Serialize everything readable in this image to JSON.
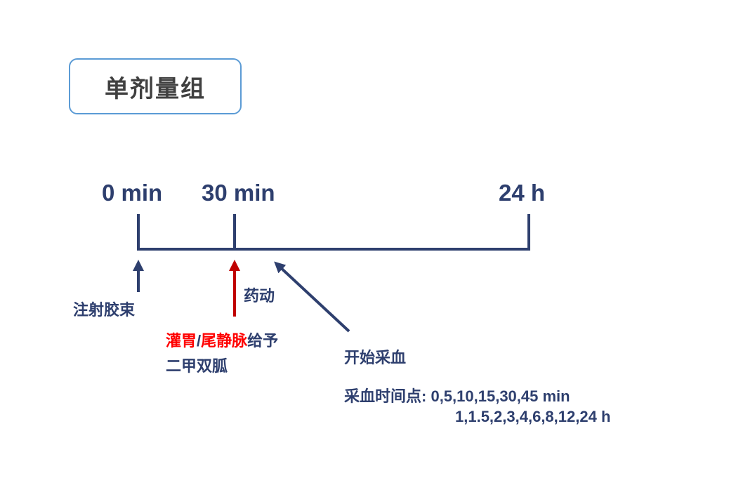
{
  "title": "单剂量组",
  "timeline": {
    "ticks": [
      "0 min",
      "30 min",
      "24 h"
    ]
  },
  "annotations": {
    "micelle_injection": "注射胶束",
    "pharmacokinetics": "药动",
    "dosing": {
      "route_gavage": "灌胃",
      "separator": "/",
      "route_tail_vein": "尾静脉",
      "suffix": "给予",
      "drug": "二甲双胍"
    },
    "start_sampling": "开始采血",
    "sampling_points_label": "采血时间点:",
    "sampling_points_min": "0,5,10,15,30,45 min",
    "sampling_points_h": "1,1.5,2,3,4,6,8,12,24 h"
  },
  "colors": {
    "navy": "#2e3f6e",
    "dark_red": "#c00000",
    "red": "#ff0000",
    "box_border": "#5b9bd5"
  }
}
